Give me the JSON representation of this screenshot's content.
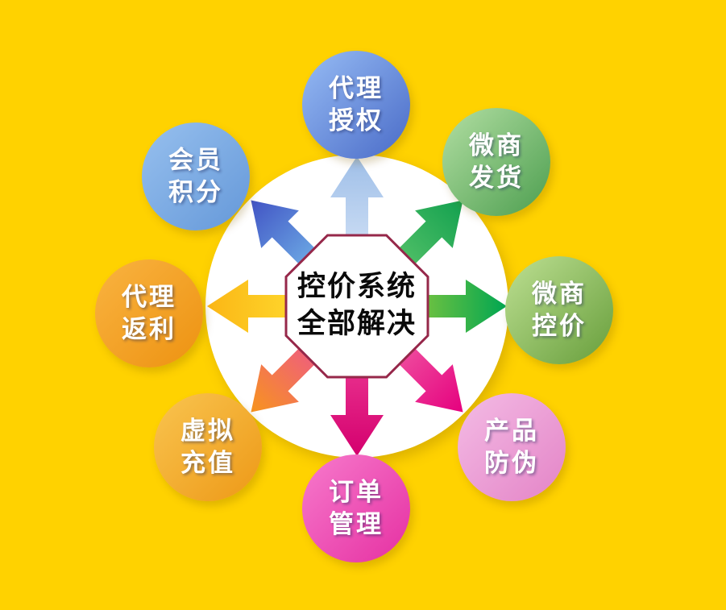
{
  "background": "#FFD200",
  "hub": {
    "circle_color": "#FFFFFF",
    "octagon_border": "#96284A",
    "line1": "控价系统",
    "line2": "全部解决"
  },
  "nodes": [
    {
      "direction": "top",
      "label_line1": "代理",
      "label_line2": "授权",
      "color_light": "#8FB4F0",
      "color_dark": "#5577CE"
    },
    {
      "direction": "top-right",
      "label_line1": "微商",
      "label_line2": "发货",
      "color_light": "#A8D89A",
      "color_dark": "#5CA85C"
    },
    {
      "direction": "right",
      "label_line1": "微商",
      "label_line2": "控价",
      "color_light": "#B5D98A",
      "color_dark": "#74A848"
    },
    {
      "direction": "bottom-right",
      "label_line1": "产品",
      "label_line2": "防伪",
      "color_light": "#F2B6E2",
      "color_dark": "#E68CCB"
    },
    {
      "direction": "bottom",
      "label_line1": "订单",
      "label_line2": "管理",
      "color_light": "#F573C8",
      "color_dark": "#E83BA8"
    },
    {
      "direction": "bottom-left",
      "label_line1": "虚拟",
      "label_line2": "充值",
      "color_light": "#F8C04A",
      "color_dark": "#EF9F1F"
    },
    {
      "direction": "left",
      "label_line1": "代理",
      "label_line2": "返利",
      "color_light": "#F8B03C",
      "color_dark": "#EF9718"
    },
    {
      "direction": "top-left",
      "label_line1": "会员",
      "label_line2": "积分",
      "color_light": "#92BCEC",
      "color_dark": "#6C9EDC"
    }
  ],
  "arrows": [
    {
      "direction": "up",
      "from": "#D6E4F7",
      "to": "#9FBFE8"
    },
    {
      "direction": "up-right",
      "from": "#63C96E",
      "to": "#12A04F"
    },
    {
      "direction": "right",
      "from": "#97CB3B",
      "to": "#00A651"
    },
    {
      "direction": "down-right",
      "from": "#F263A8",
      "to": "#E5007E"
    },
    {
      "direction": "down",
      "from": "#EE3D96",
      "to": "#D4006E"
    },
    {
      "direction": "down-left",
      "from": "#ED4D9C",
      "to": "#F7941D"
    },
    {
      "direction": "left",
      "from": "#FFE033",
      "to": "#FBB615"
    },
    {
      "direction": "up-left",
      "from": "#79C3EE",
      "to": "#4153C4"
    }
  ]
}
